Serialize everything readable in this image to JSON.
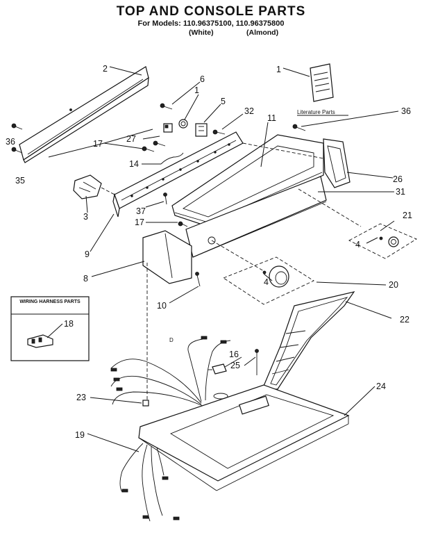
{
  "title": "TOP AND CONSOLE PARTS",
  "models_line": "For Models: 110.96375100, 110.96375800",
  "color_white": "(White)",
  "color_almond": "(Almond)",
  "literature_label": "Literature Parts",
  "wiring_box_title": "WIRING HARNESS PARTS",
  "callouts": {
    "c1a": "1",
    "c1b": "1",
    "c2": "2",
    "c3": "3",
    "c4a": "4",
    "c4b": "4",
    "c5": "5",
    "c6": "6",
    "c8": "8",
    "c9": "9",
    "c10": "10",
    "c11": "11",
    "c14": "14",
    "c16": "16",
    "c17a": "17",
    "c17b": "17",
    "c18": "18",
    "c19": "19",
    "c20": "20",
    "c21": "21",
    "c22": "22",
    "c23": "23",
    "c24": "24",
    "c25": "25",
    "c26": "26",
    "c27": "27",
    "c31": "31",
    "c32": "32",
    "c35": "35",
    "c36a": "36",
    "c36b": "36",
    "c37": "37",
    "cD": "D"
  }
}
